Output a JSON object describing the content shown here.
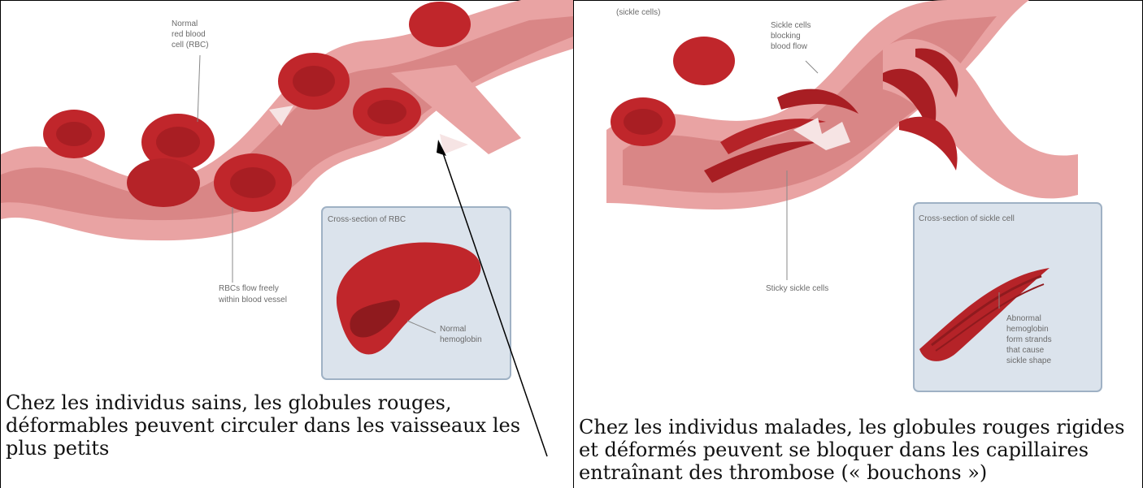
{
  "left_panel": {
    "labels": {
      "normal_rbc": [
        "Normal",
        "red blood",
        "cell (RBC)"
      ],
      "flow": [
        "RBCs flow freely",
        "within blood vessel"
      ],
      "inset_title": "Cross-section of RBC",
      "inset_hemoglobin": [
        "Normal",
        "hemoglobin"
      ]
    },
    "caption": "Chez les individus sains, les globules rouges, déformables peuvent circuler dans les vaisseaux les plus petits"
  },
  "right_panel": {
    "labels": {
      "top_partial": "(sickle cells)",
      "blocking": [
        "Sickle cells",
        "blocking",
        "blood flow"
      ],
      "sticky": "Sticky sickle cells",
      "inset_title": "Cross-section of sickle cell",
      "inset_hemoglobin": [
        "Abnormal",
        "hemoglobin",
        "form strands",
        "that cause",
        "sickle shape"
      ]
    },
    "caption": "Chez les individus malades, les globules rouges rigides et déformés peuvent se bloquer dans les capillaires entraînant des thrombose (« bouchons »)"
  },
  "colors": {
    "vessel_outer": "#e9a3a3",
    "vessel_inner": "#d98686",
    "rbc": "#c0262b",
    "rbc_dark": "#8f1a1e",
    "inset_bg": "#dbe3ec"
  }
}
